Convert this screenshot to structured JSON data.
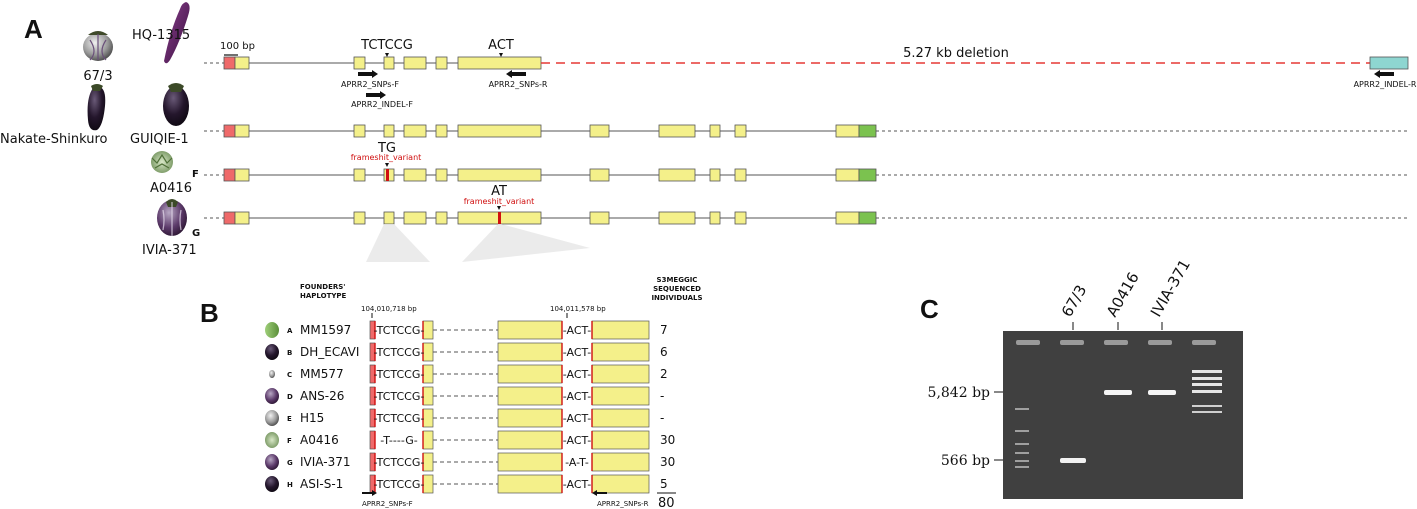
{
  "colors": {
    "exon": "#f4f08a",
    "utr5": "#ef6a6a",
    "utr3": "#7bc24f",
    "deletion_box": "#8ed6d1",
    "deletion_line": "#e53935",
    "variant": "#d01010",
    "gel_bg": "#3b3b3b"
  },
  "panel_a": {
    "label": "A",
    "scale_bar": "100 bp",
    "deletion_label": "5.27 kb deletion",
    "tracks": [
      {
        "accession": "HQ-1315",
        "fruit_accession": "67/3",
        "variant_seq": "TCTCCG",
        "variant_seq2": "ACT",
        "badge": ""
      },
      {
        "accession": "GUIQIE-1",
        "fruit_accession": "Nakate-Shinkuro",
        "variant_seq": "",
        "badge": ""
      },
      {
        "accession": "A0416",
        "variant_seq": "TG",
        "variant_type": "frameshit_variant",
        "badge": "F"
      },
      {
        "accession": "IVIA-371",
        "variant_seq": "AT",
        "variant_type": "frameshit_variant",
        "badge": "G"
      }
    ],
    "primers": {
      "snps_f": "APRR2_SNPs-F",
      "snps_r": "APRR2_SNPs-R",
      "indel_f": "APRR2_INDEL-F",
      "indel_r": "APRR2_INDEL-R"
    }
  },
  "panel_b": {
    "label": "B",
    "header_left": [
      "FOUNDERS'",
      "HAPLOTYPE"
    ],
    "header_right": [
      "S3MEGGIC",
      "SEQUENCED",
      "INDIVIDUALS"
    ],
    "pos1": "104,010,718 bp",
    "pos2": "104,011,578 bp",
    "rows": [
      {
        "letter": "A",
        "name": "MM1597",
        "seq1": "-TCTCCG-",
        "seq2": "-ACT-",
        "count": "7"
      },
      {
        "letter": "B",
        "name": "DH_ECAVI",
        "seq1": "-TCTCCG-",
        "seq2": "-ACT-",
        "count": "6"
      },
      {
        "letter": "C",
        "name": "MM577",
        "seq1": "-TCTCCG-",
        "seq2": "-ACT-",
        "count": "2"
      },
      {
        "letter": "D",
        "name": "ANS-26",
        "seq1": "-TCTCCG-",
        "seq2": "-ACT-",
        "count": "-"
      },
      {
        "letter": "E",
        "name": "H15",
        "seq1": "-TCTCCG-",
        "seq2": "-ACT-",
        "count": "-"
      },
      {
        "letter": "F",
        "name": "A0416",
        "seq1": "-T----G-",
        "seq2": "-ACT-",
        "count": "30"
      },
      {
        "letter": "G",
        "name": "IVIA-371",
        "seq1": "-TCTCCG-",
        "seq2": "-A-T-",
        "count": "30"
      },
      {
        "letter": "H",
        "name": "ASI-S-1",
        "seq1": "-TCTCCG-",
        "seq2": "-ACT-",
        "count": "5"
      }
    ],
    "total": "80",
    "primer_f": "APRR2_SNPs-F",
    "primer_r": "APRR2_SNPs-R"
  },
  "panel_c": {
    "label": "C",
    "lanes": [
      "67/3",
      "A0416",
      "IVIA-371"
    ],
    "ladder": [
      "5,842 bp",
      "566 bp"
    ]
  }
}
